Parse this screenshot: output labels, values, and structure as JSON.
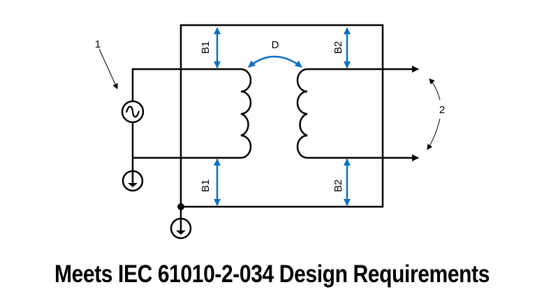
{
  "diagram": {
    "labels": {
      "callout_source": "1",
      "callout_outputs": "2",
      "distance_primary_top": "B1",
      "distance_primary_bottom": "B1",
      "distance_secondary_top": "B2",
      "distance_secondary_bottom": "B2",
      "winding_distance": "D"
    },
    "colors": {
      "wire": "#000000",
      "dimension": "#0a6fc2"
    }
  },
  "caption": "Meets IEC 61010-2-034 Design Requirements"
}
